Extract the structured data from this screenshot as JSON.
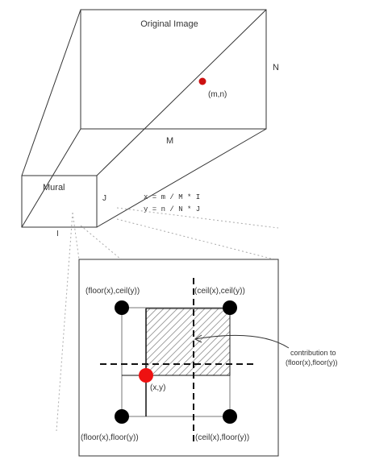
{
  "top": {
    "title": "Original Image",
    "point_label": "(m,n)",
    "width_label": "M",
    "height_label": "N"
  },
  "mural": {
    "title": "Mural",
    "width_label": "I",
    "height_label": "J"
  },
  "equations": {
    "x": "x = m / M * I",
    "y": "y = n / N * J"
  },
  "detail": {
    "top_left": "(floor(x),ceil(y))",
    "top_right": "(ceil(x),ceil(y))",
    "bottom_left": "(floor(x),floor(y))",
    "bottom_right": "(ceil(x),floor(y))",
    "sample": "(x,y)",
    "annotation_line1": "contribution to",
    "annotation_line2": "(floor(x),floor(y))"
  },
  "colors": {
    "point": "#cc1111",
    "sample": "#ee1111",
    "corner": "#000000",
    "stroke": "#333333"
  }
}
